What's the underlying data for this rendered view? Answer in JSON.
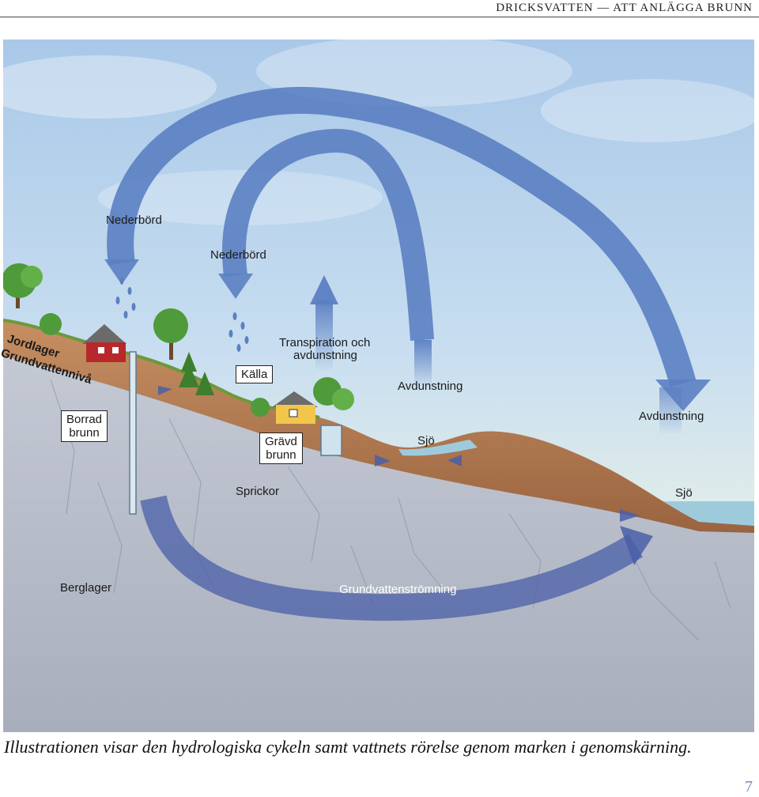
{
  "header": {
    "running_title": "DRICKSVATTEN — ATT ANLÄGGA BRUNN"
  },
  "diagram": {
    "labels": {
      "precipitation_left": "Nederbörd",
      "precipitation_middle": "Nederbörd",
      "transpiration": "Transpiration och",
      "transpiration_2": "avdunstning",
      "evaporation_middle": "Avdunstning",
      "evaporation_right": "Avdunstning",
      "soil_layer": "Jordlager",
      "water_table": "Grundvattennivå",
      "spring": "Källa",
      "drilled_well_1": "Borrad",
      "drilled_well_2": "brunn",
      "dug_well_1": "Grävd",
      "dug_well_2": "brunn",
      "lake_small": "Sjö",
      "lake_large": "Sjö",
      "cracks": "Sprickor",
      "bedrock": "Berglager",
      "groundwater_flow": "Grundvattenströmning"
    },
    "colors": {
      "arrow_blue": "#5b7fc2",
      "soil_brown": "#b07a52",
      "bedrock_grey": "#b4bac8",
      "water": "#9ecbdc",
      "house_red": "#b8282a",
      "house_yellow": "#f2c64b"
    }
  },
  "caption": "Illustrationen visar den hydrologiska cykeln samt vattnets rörelse genom marken i genomskärning.",
  "page_number": "7"
}
